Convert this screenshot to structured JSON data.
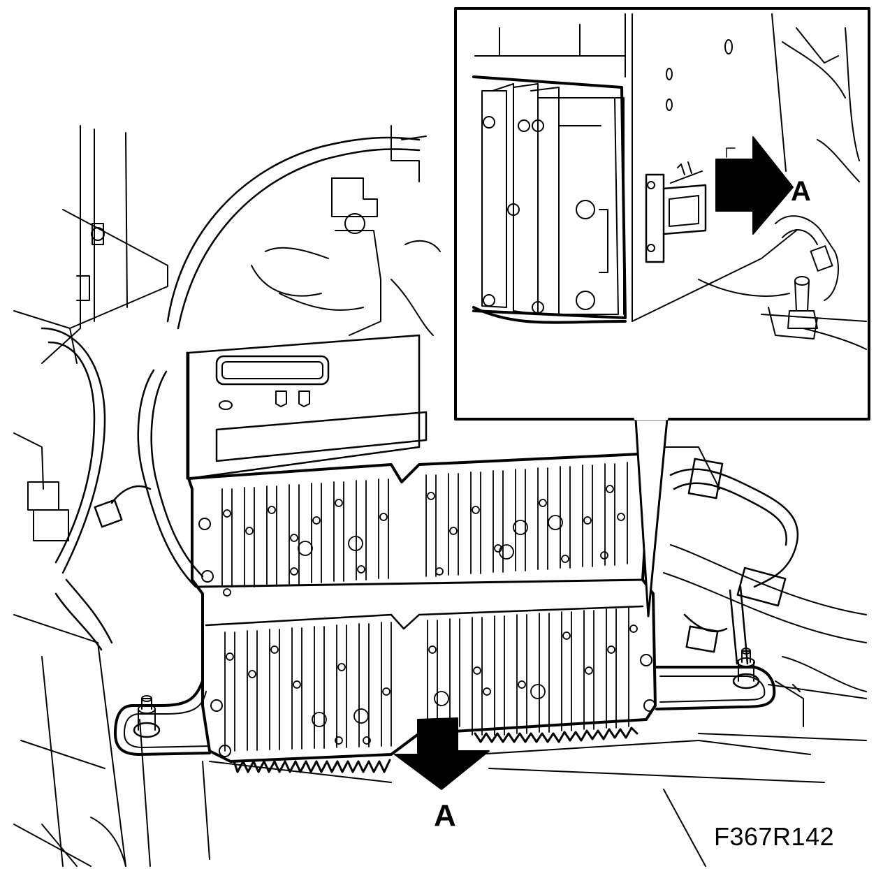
{
  "figure": {
    "reference_code": "F367R142",
    "callout_main": "A",
    "callout_inset": "A"
  },
  "components": [
    {
      "name": "heat-sink-module",
      "label": ""
    },
    {
      "name": "detail-inset",
      "label": ""
    },
    {
      "name": "mounting-stud-left",
      "label": ""
    },
    {
      "name": "mounting-stud-right",
      "label": ""
    },
    {
      "name": "wiring-harness",
      "label": ""
    }
  ],
  "colors": {
    "line": "#000000",
    "background": "#ffffff"
  }
}
